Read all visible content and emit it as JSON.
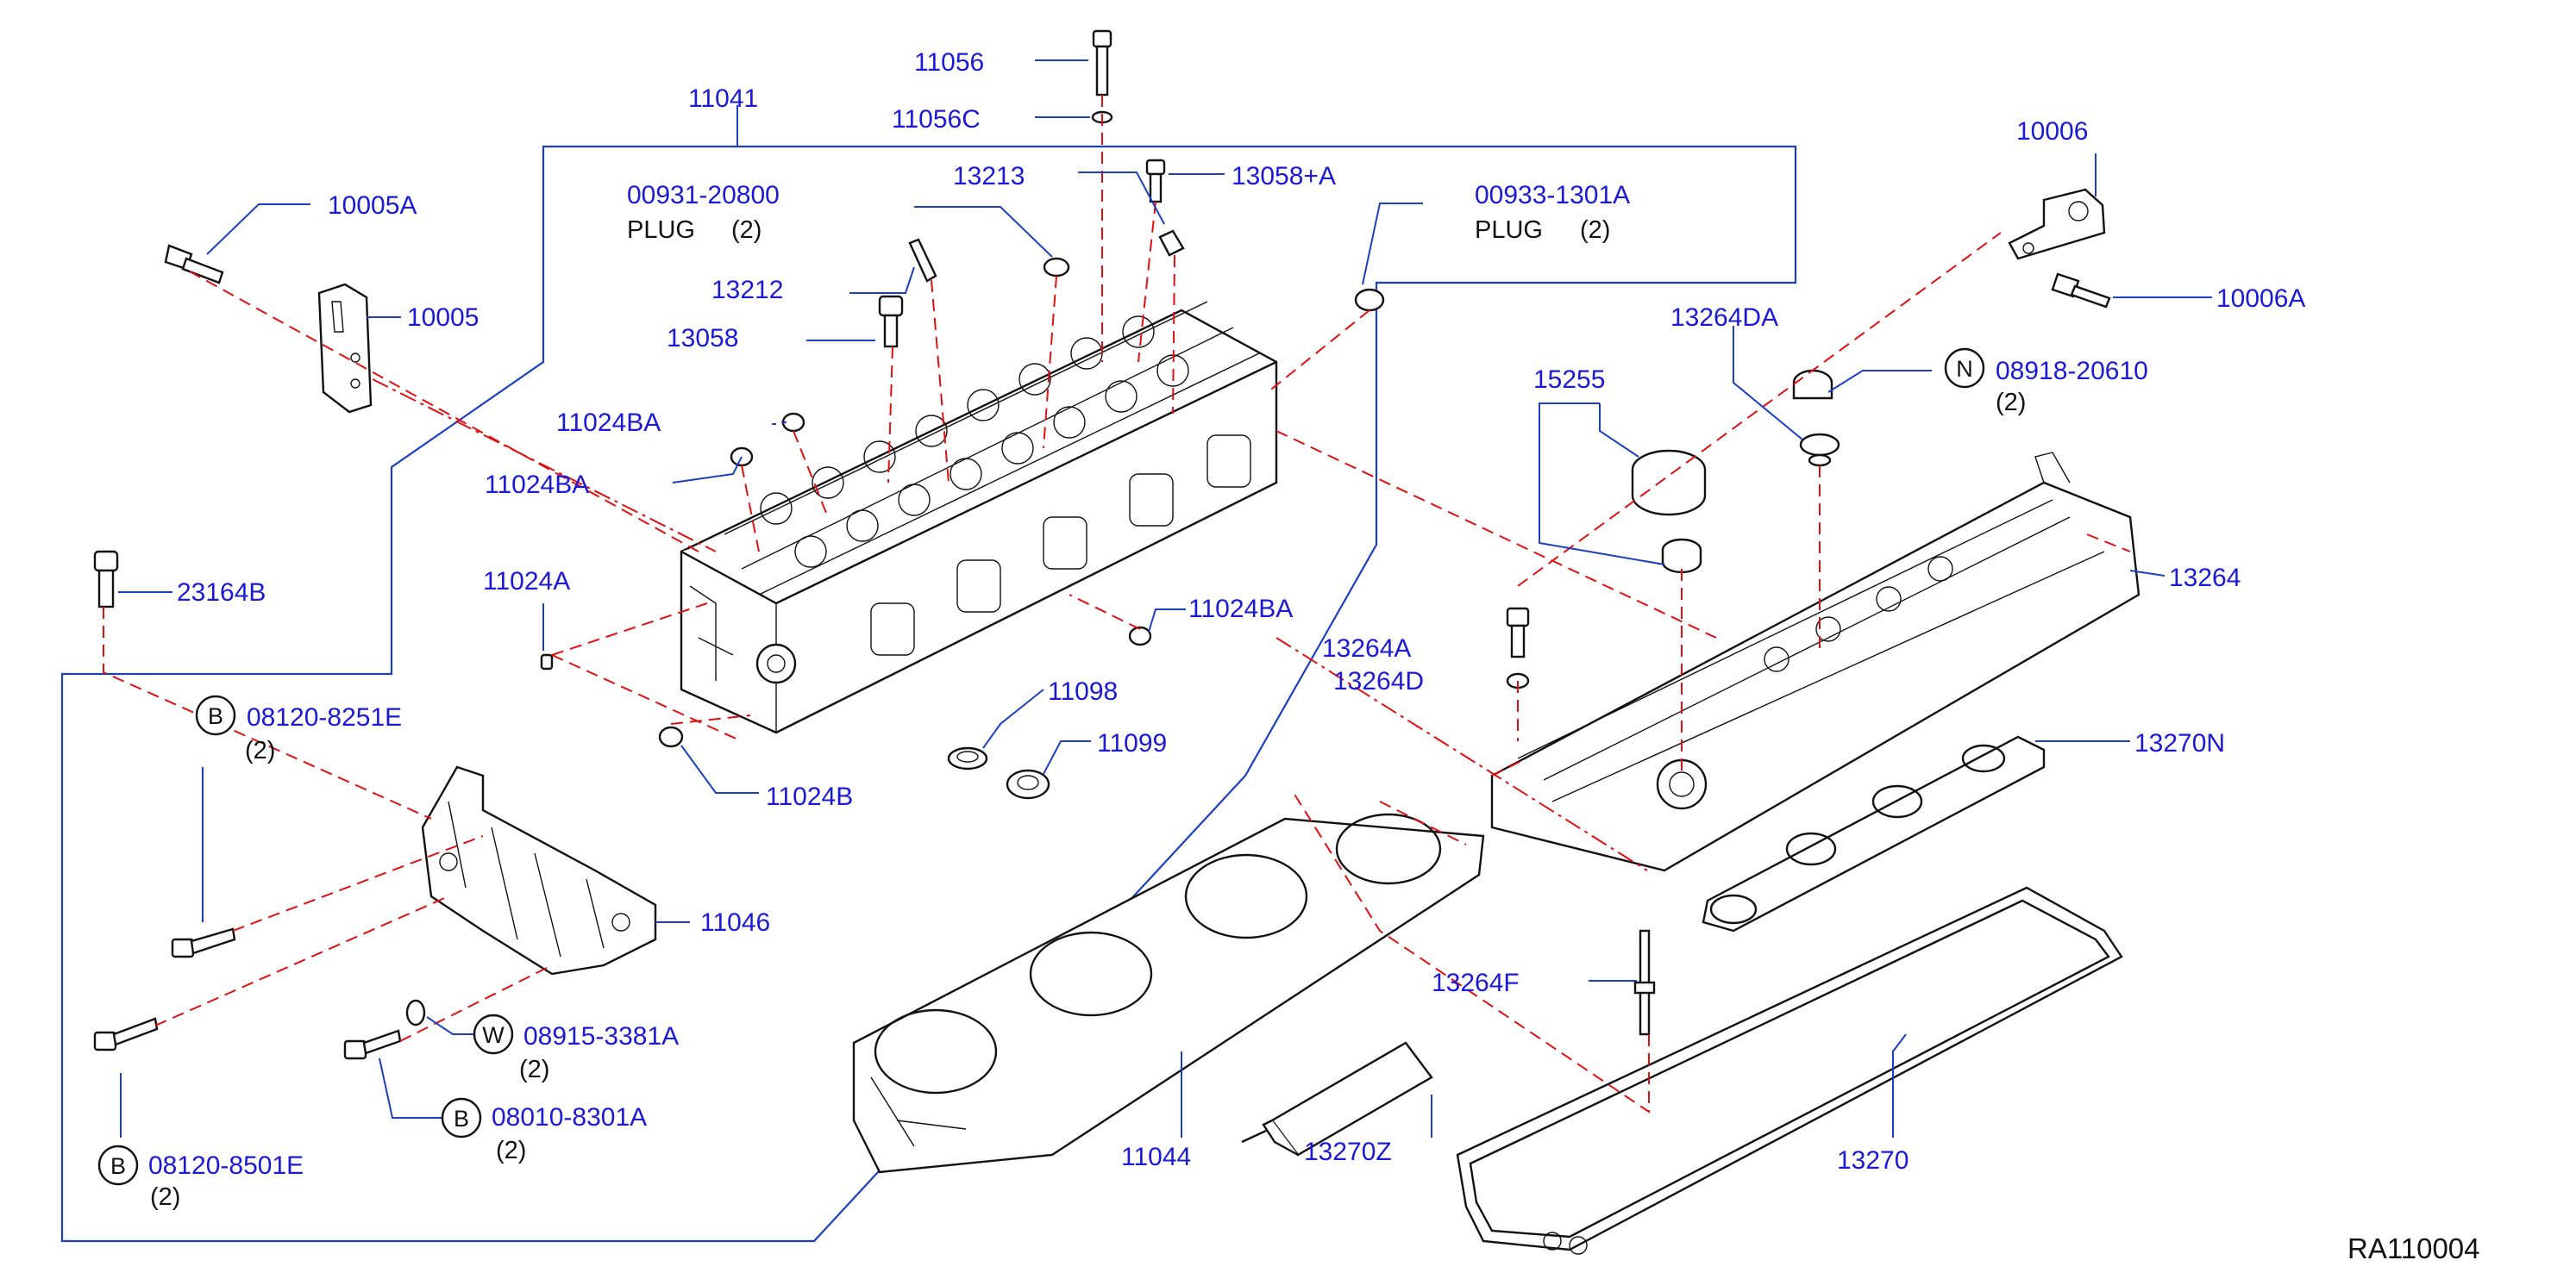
{
  "diagram_code": "RA110004",
  "callouts": {
    "p11056": "11056",
    "p11056C": "11056C",
    "p11041": "11041",
    "p13213": "13213",
    "p13058A": "13058+A",
    "p00931": "00931-20800",
    "p00931_note": "PLUG",
    "p00931_qty": "(2)",
    "p00933": "00933-1301A",
    "p00933_note": "PLUG",
    "p00933_qty": "(2)",
    "p10006": "10006",
    "p10006A": "10006A",
    "p10005A": "10005A",
    "p10005": "10005",
    "p13212": "13212",
    "p13058": "13058",
    "p13264DA": "13264DA",
    "p08918": "08918-20610",
    "p08918_qty": "(2)",
    "p08918_symbol": "N",
    "p15255": "15255",
    "p11024BA_1": "11024BA",
    "p11024BA_2": "11024BA",
    "p11024BA_3": "11024BA",
    "p11024A": "11024A",
    "p23164B": "23164B",
    "p13264": "13264",
    "p13264A": "13264A",
    "p13264D": "13264D",
    "p11098": "11098",
    "p11099": "11099",
    "p13270N": "13270N",
    "p08120_8251E": "08120-8251E",
    "p08120_8251E_qty": "(2)",
    "p08120_8251E_symbol": "B",
    "p11024B": "11024B",
    "p11046": "11046",
    "p13264F": "13264F",
    "p08915": "08915-3381A",
    "p08915_qty": "(2)",
    "p08915_symbol": "W",
    "p08010": "08010-8301A",
    "p08010_qty": "(2)",
    "p08010_symbol": "B",
    "p08120_8501E": "08120-8501E",
    "p08120_8501E_qty": "(2)",
    "p08120_8501E_symbol": "B",
    "p11044": "11044",
    "p13270Z": "13270Z",
    "p13270": "13270"
  },
  "colors": {
    "part_number": "#1a1ad6",
    "leader": "#1a3fc0",
    "assembly_line": "#e01010",
    "outline": "#111111"
  }
}
